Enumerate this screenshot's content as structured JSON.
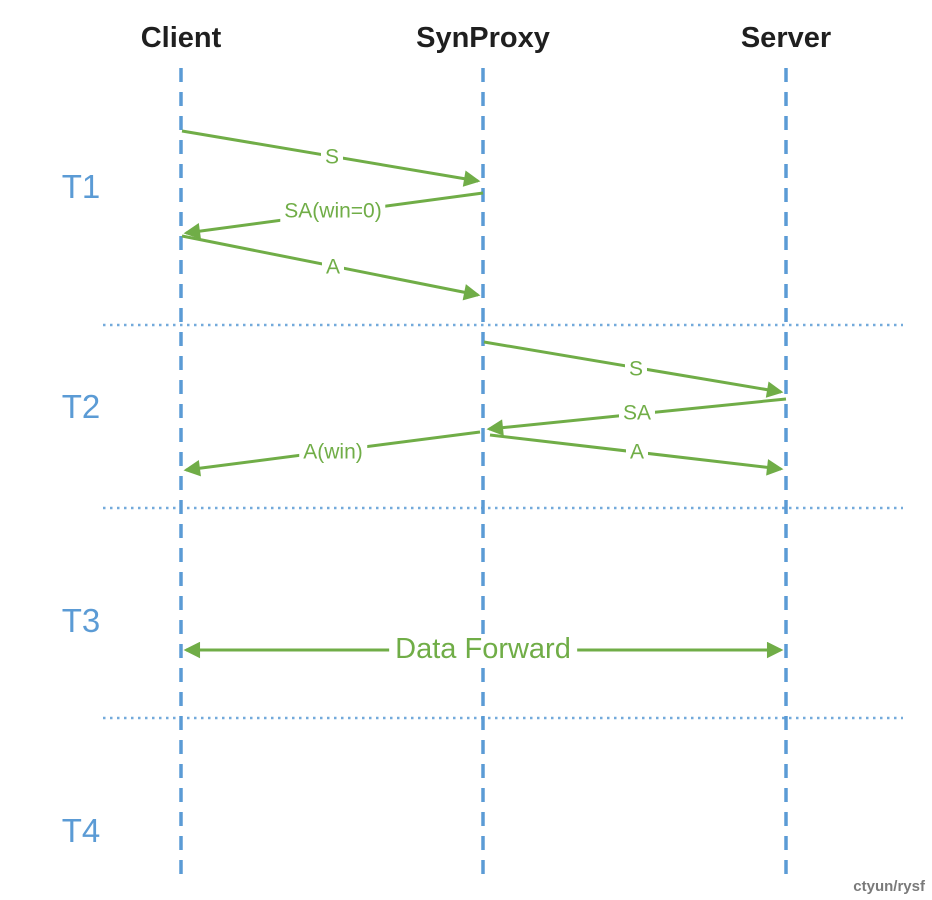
{
  "actors": [
    {
      "name": "Client"
    },
    {
      "name": "SynProxy"
    },
    {
      "name": "Server"
    }
  ],
  "phases": [
    {
      "label": "T1"
    },
    {
      "label": "T2"
    },
    {
      "label": "T3"
    },
    {
      "label": "T4"
    }
  ],
  "messages": [
    {
      "phase": "T1",
      "label": "S",
      "from": "Client",
      "to": "SynProxy"
    },
    {
      "phase": "T1",
      "label": "SA(win=0)",
      "from": "SynProxy",
      "to": "Client"
    },
    {
      "phase": "T1",
      "label": "A",
      "from": "Client",
      "to": "SynProxy"
    },
    {
      "phase": "T2",
      "label": "S",
      "from": "SynProxy",
      "to": "Server"
    },
    {
      "phase": "T2",
      "label": "SA",
      "from": "Server",
      "to": "SynProxy"
    },
    {
      "phase": "T2",
      "label": "A(win)",
      "from": "SynProxy",
      "to": "Client"
    },
    {
      "phase": "T2",
      "label": "A",
      "from": "SynProxy",
      "to": "Server"
    },
    {
      "phase": "T3",
      "label": "Data Forward",
      "from": "Client",
      "to": "Server",
      "direction": "bidirectional"
    }
  ],
  "watermark": "ctyun/rysf",
  "colors": {
    "green": "#70AD47",
    "blue": "#5B9BD5",
    "text": "#1F1F1F",
    "watermark": "#7A7A7A",
    "background": "#FFFFFF"
  }
}
